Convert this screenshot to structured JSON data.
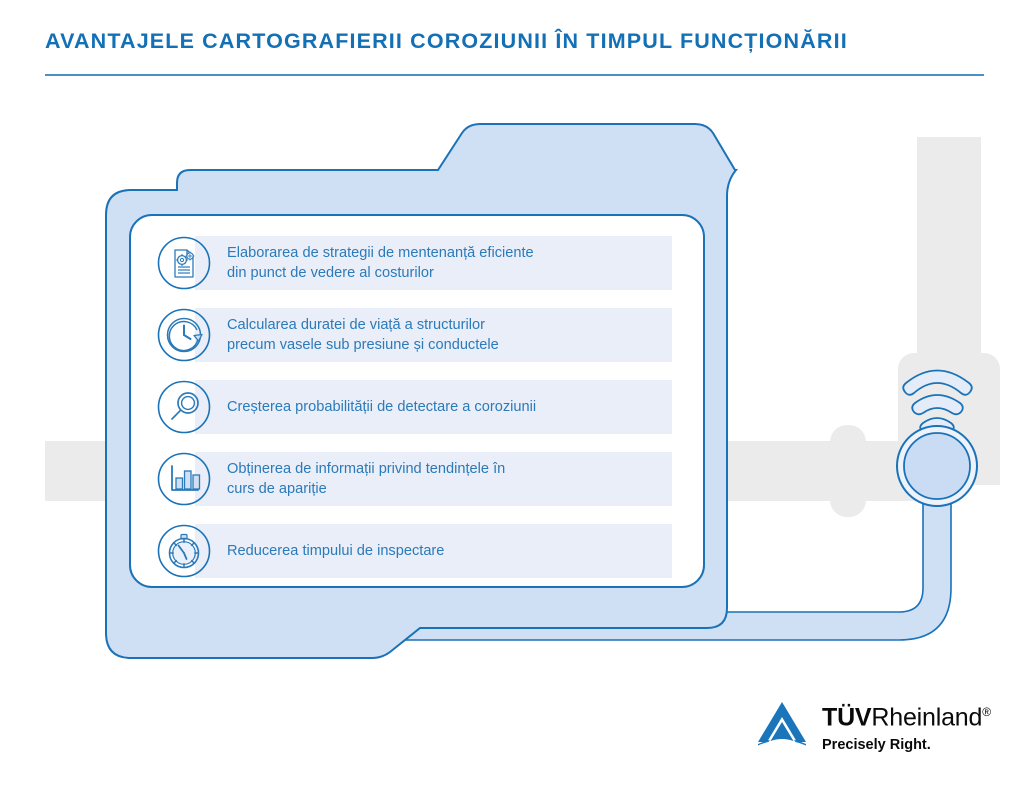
{
  "header": {
    "title": "AVANTAJELE CARTOGRAFIERII COROZIUNII ÎN TIMPUL FUNCȚIONĂRII",
    "rule_color": "#4d90c4",
    "title_color": "#1470b4"
  },
  "benefits": [
    {
      "icon": "document-gears-icon",
      "line1": "Elaborarea de strategii de mentenanță eficiente",
      "line2": "din punct de vedere al costurilor"
    },
    {
      "icon": "clock-arrow-icon",
      "line1": "Calcularea duratei de viață a structurilor",
      "line2": "precum vasele sub presiune și conductele"
    },
    {
      "icon": "magnifier-icon",
      "line1": "Creșterea probabilității de detectare a coroziunii",
      "line2": ""
    },
    {
      "icon": "bar-chart-icon",
      "line1": "Obținerea de informații privind tendințele în",
      "line2": "curs de apariție"
    },
    {
      "icon": "stopwatch-icon",
      "line1": "Reducerea timpului de inspectare",
      "line2": ""
    }
  ],
  "illustration": {
    "description": "tablet-device-with-pipe-and-wireless-sensor",
    "tablet_fill": "#cfdff4",
    "tablet_stroke": "#1a72b8",
    "screen_fill": "#ffffff",
    "pipe_fill": "#ebebeb",
    "sensor_fill": "#c9dcf3",
    "cable_fill": "#cfdff4",
    "band_fill": "#e9eef8",
    "text_color": "#2b7ab9"
  },
  "logo": {
    "mark": "tuv-triangle-icon",
    "word_bold": "TÜV",
    "word_light": "Rheinland",
    "registered": "®",
    "tagline": "Precisely Right.",
    "mark_color": "#1b75bb"
  }
}
